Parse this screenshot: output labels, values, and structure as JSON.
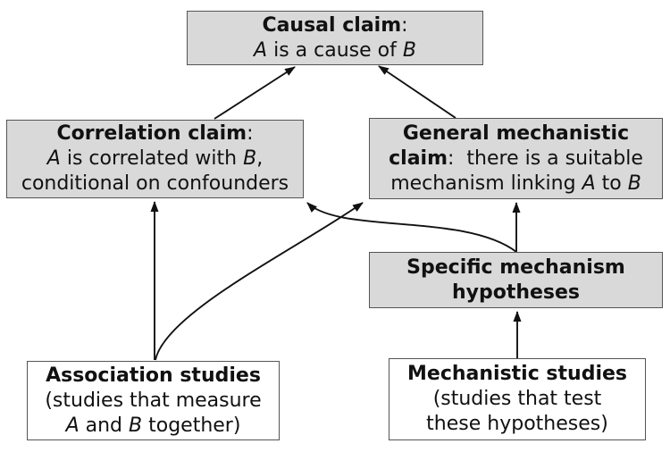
{
  "colors": {
    "background": "#ffffff",
    "claim_box_fill": "#d9d9d9",
    "study_box_fill": "#ffffff",
    "box_border": "#545454",
    "arrow": "#111111",
    "text": "#111111"
  },
  "boxes": {
    "causal": {
      "title": "Causal claim",
      "colon": ":",
      "line2": {
        "a": "A",
        "mid": " is a cause of ",
        "b": "B"
      }
    },
    "correlation": {
      "title": "Correlation claim",
      "colon": ":",
      "line2": {
        "a": "A",
        "mid": " is correlated with ",
        "b": "B",
        "tail": ","
      },
      "line3": "conditional on confounders"
    },
    "general": {
      "line1": "General mechanistic",
      "line2": {
        "bold": "claim",
        "rest": ":  there is a suitable"
      },
      "line3": {
        "pre": "mechanism linking ",
        "a": "A",
        "mid": " to ",
        "b": "B"
      }
    },
    "specific": {
      "line1": "Specific mechanism",
      "line2": "hypotheses"
    },
    "association": {
      "title": "Association studies",
      "line2": "(studies that measure",
      "line3": {
        "a": "A",
        "mid": " and ",
        "b": "B",
        "tail": " together)"
      }
    },
    "mechanistic": {
      "title": "Mechanistic studies",
      "line2": "(studies that test",
      "line3": "these hypotheses)"
    }
  },
  "edges": [
    {
      "from": "Correlation claim",
      "to": "Causal claim",
      "style": "straight"
    },
    {
      "from": "General mechanistic claim",
      "to": "Causal claim",
      "style": "straight"
    },
    {
      "from": "Association studies",
      "to": "Correlation claim",
      "style": "straight"
    },
    {
      "from": "Association studies",
      "to": "General mechanistic claim",
      "style": "curved"
    },
    {
      "from": "Specific mechanism hypotheses",
      "to": "General mechanistic claim",
      "style": "straight"
    },
    {
      "from": "Specific mechanism hypotheses",
      "to": "Correlation claim",
      "style": "curved"
    },
    {
      "from": "Mechanistic studies",
      "to": "Specific mechanism hypotheses",
      "style": "straight"
    }
  ]
}
